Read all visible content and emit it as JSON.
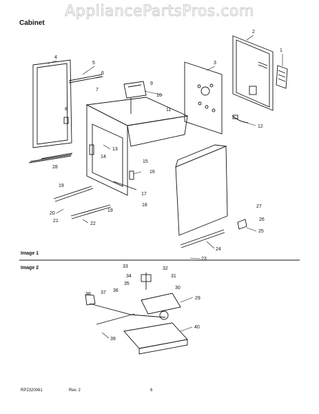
{
  "watermark": "AppliancePartsPros.com",
  "section_title": "Cabinet",
  "image1_label": "Image 1",
  "image2_label": "Image 2",
  "footer": {
    "doc_number": "RP2320061",
    "revision": "Rev. 2",
    "page": "6"
  },
  "callouts": [
    "1",
    "2",
    "3",
    "4",
    "5",
    "6",
    "7",
    "8",
    "9",
    "10",
    "11",
    "12",
    "13",
    "14",
    "15",
    "16",
    "17",
    "18",
    "19",
    "19",
    "20",
    "21",
    "22",
    "23",
    "24",
    "25",
    "26",
    "27",
    "28",
    "29",
    "30",
    "31",
    "32",
    "33",
    "34",
    "35",
    "36",
    "37",
    "38",
    "39",
    "40"
  ]
}
